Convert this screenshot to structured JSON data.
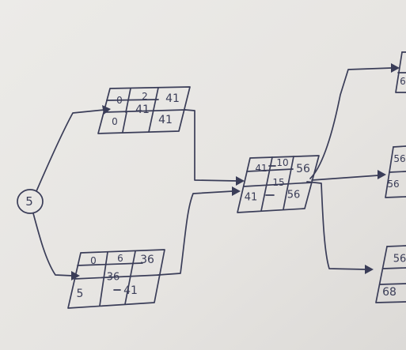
{
  "start_node": {
    "label": "5"
  },
  "activities": {
    "upper": {
      "es": "0",
      "duration": "2",
      "ef": "41",
      "center": "41",
      "ls": "0",
      "lf": "41"
    },
    "lower": {
      "es": "0",
      "duration": "6",
      "ef": "36",
      "center": "36",
      "ls": "5",
      "lf": "41"
    },
    "middle": {
      "es": "41",
      "duration": "10",
      "ef": "56",
      "center": "15",
      "ls": "41",
      "lf": "56"
    },
    "right_top": {
      "partial": "6"
    },
    "right_mid": {
      "partial_top": "56",
      "partial_bottom": "56"
    },
    "right_bottom": {
      "partial_top": "56",
      "partial_bottom": "68"
    }
  },
  "colors": {
    "paper": "#e8e6e3",
    "ink": "#3a3d58"
  }
}
